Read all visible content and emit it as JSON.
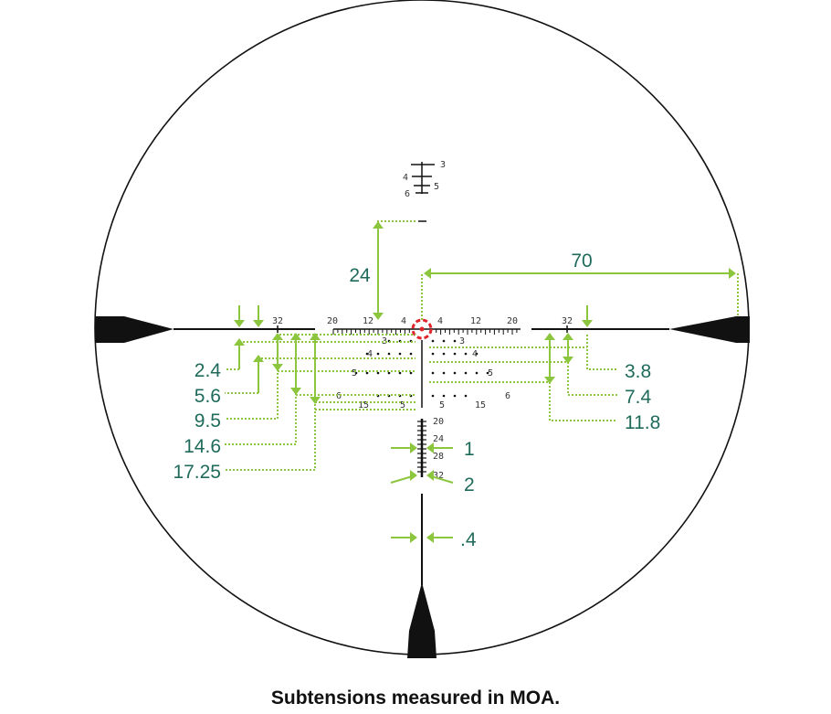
{
  "caption": "Subtensions measured in MOA.",
  "colors": {
    "ink": "#111111",
    "dimension_green": "#8cc63f",
    "label_teal": "#1f6b5b",
    "center_red": "#e0242b",
    "tick_text": "#333333"
  },
  "horizontal_scale": {
    "left": [
      "20",
      "12",
      "4"
    ],
    "right": [
      "4",
      "12",
      "20"
    ]
  },
  "bar_marks": {
    "left": "32",
    "right": "32"
  },
  "upper_scale": {
    "top": "3",
    "left": "4",
    "right": "5",
    "bottom_left": "6"
  },
  "hold_rows": [
    {
      "left": "3",
      "right": "3"
    },
    {
      "left": "4",
      "right": "4"
    },
    {
      "left": "5",
      "right": "5"
    },
    {
      "left": "6",
      "right": "6"
    }
  ],
  "wind_labels": {
    "left": "15",
    "mid_left": "5",
    "mid_right": "5",
    "right": "15"
  },
  "lower_post": [
    "20",
    "24",
    "28",
    "32"
  ],
  "dimensions": {
    "top": "24",
    "right_span": "70",
    "left_list": [
      "2.4",
      "5.6",
      "9.5",
      "14.6",
      "17.25"
    ],
    "right_list": [
      "3.8",
      "7.4",
      "11.8"
    ],
    "post_1": "1",
    "post_2": "2",
    "post_thin": ".4"
  }
}
